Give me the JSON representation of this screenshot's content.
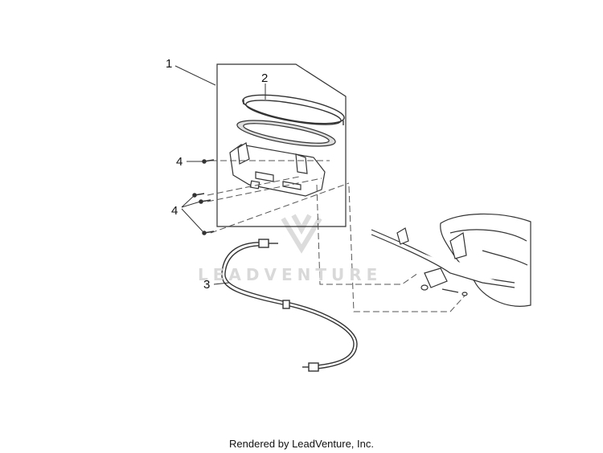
{
  "callouts": {
    "c1": "1",
    "c2": "2",
    "c3": "3",
    "c4a": "4",
    "c4b": "4"
  },
  "watermark": {
    "brand": "LEADVENTURE"
  },
  "footer": {
    "credit": "Rendered by LeadVenture, Inc."
  }
}
